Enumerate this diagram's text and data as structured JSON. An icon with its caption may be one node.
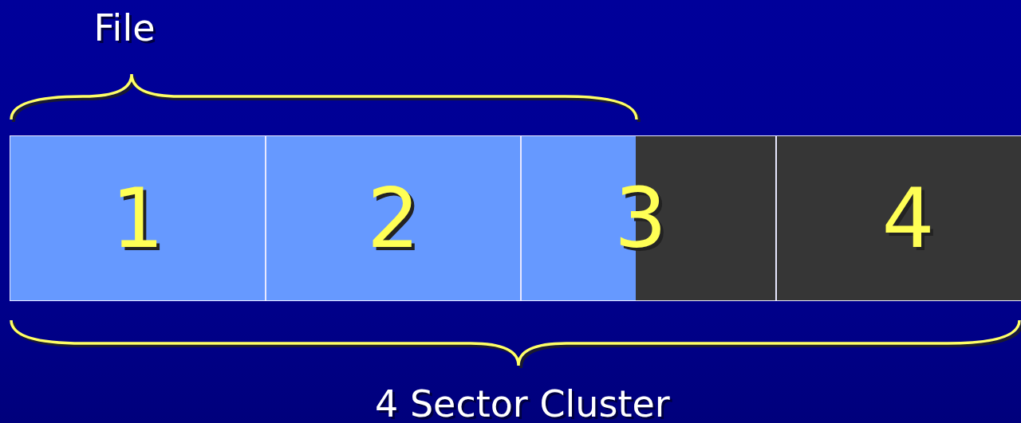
{
  "diagram": {
    "nodes": [
      {
        "text": [
          "1"
        ]
      },
      {
        "text": [
          "2"
        ]
      },
      {
        "text": [
          "3"
        ]
      },
      {
        "text": [
          "4"
        ]
      }
    ],
    "labels": [
      "File",
      "4 Sector Cluster"
    ]
  }
}
